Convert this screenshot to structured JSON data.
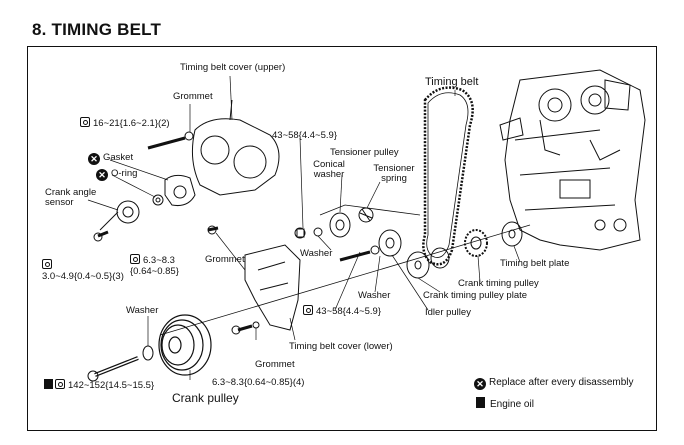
{
  "title": "8.  TIMING BELT",
  "labels": {
    "cover_upper": "Timing belt cover (upper)",
    "grommet_top": "Grommet",
    "torque_top": "16~21{1.6~2.1}(2)",
    "gasket": "Gasket",
    "o_ring": "O-ring",
    "crank_angle_sensor": "Crank angle sensor",
    "torque_sensor": "3.0~4.9{0.4~0.5}(3)",
    "torque_mid": "6.3~8.3 {0.64~0.85}",
    "grommet_mid": "Grommet",
    "torque_tensioner": "43~58{4.4~5.9}",
    "conical_washer": "Conical washer",
    "tensioner_pulley": "Tensioner pulley",
    "tensioner_spring": "Tensioner spring",
    "timing_belt": "Timing belt",
    "washer_upper": "Washer",
    "washer_right": "Washer",
    "torque_idler": "43~58{4.4~5.9}",
    "idler_pulley": "Idler pulley",
    "crank_pulley_plate": "Crank timing pulley plate",
    "crank_timing_pulley": "Crank timing pulley",
    "timing_belt_plate": "Timing belt plate",
    "washer_left": "Washer",
    "cover_lower": "Timing belt cover (lower)",
    "grommet_low": "Grommet",
    "torque_low": "6.3~8.3{0.64~0.85}(4)",
    "torque_crank": "142~152{14.5~15.5}",
    "crank_pulley": "Crank pulley"
  },
  "legend": {
    "replace": "Replace after every disassembly",
    "oil": "Engine oil"
  },
  "icons": {
    "replace": "x",
    "torque": "torque-wrench",
    "oil": "oil-can"
  }
}
